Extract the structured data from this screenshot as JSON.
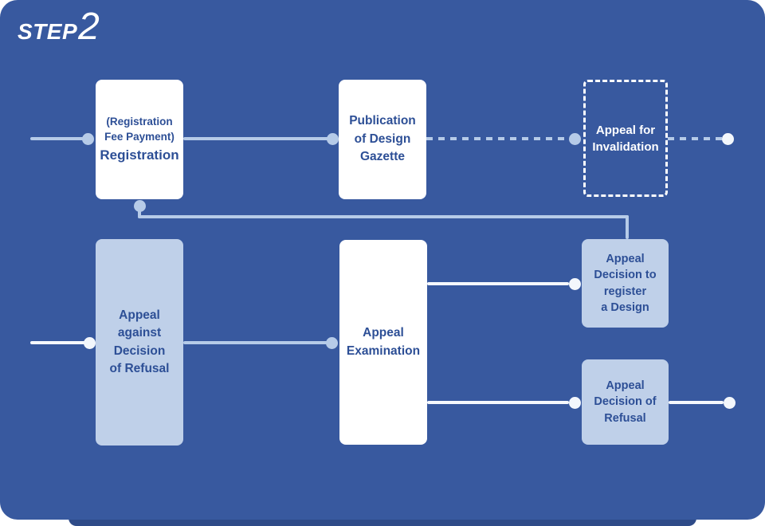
{
  "step": {
    "prefix": "STEP",
    "number": "2"
  },
  "colors": {
    "canvas_bg": "#38599f",
    "bottom_edge_card": "#2e4b88",
    "box_white": "#ffffff",
    "box_light_blue": "#bfd0e9",
    "text_dark_blue": "#2d4f96",
    "text_white": "#ffffff",
    "connector_pale": "#b6cbe8",
    "connector_white": "#f6f9fd"
  },
  "flow": {
    "nodes": [
      {
        "id": "registration",
        "subtitle": "(Registration\nFee Payment)",
        "title": "Registration",
        "style": "solid-white"
      },
      {
        "id": "gazette",
        "title": "Publication\nof Design\nGazette",
        "style": "solid-white"
      },
      {
        "id": "invalidation",
        "title": "Appeal for\nInvalidation",
        "style": "dashed-outline"
      },
      {
        "id": "appeal-against-refusal",
        "title": "Appeal\nagainst\nDecision\nof Refusal",
        "style": "light-blue"
      },
      {
        "id": "appeal-examination",
        "title": "Appeal\nExamination",
        "style": "solid-white"
      },
      {
        "id": "appeal-decision-register",
        "title": "Appeal\nDecision to\nregister\na Design",
        "style": "light-blue"
      },
      {
        "id": "appeal-decision-refusal",
        "title": "Appeal\nDecision of\nRefusal",
        "style": "light-blue"
      }
    ]
  }
}
